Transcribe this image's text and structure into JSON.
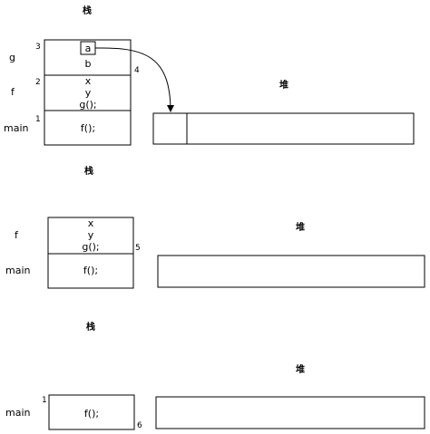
{
  "panels": [
    {
      "stack_title": "栈",
      "heap_title": "堆",
      "frames": [
        {
          "label": "g",
          "number": "3",
          "lines": [
            "a",
            "b"
          ],
          "corner": "4"
        },
        {
          "label": "f",
          "number": "2",
          "lines": [
            "x",
            "y",
            "g();"
          ]
        },
        {
          "label": "main",
          "number": "1",
          "lines": [
            "f();"
          ]
        }
      ]
    },
    {
      "stack_title": "栈",
      "heap_title": "堆",
      "frames": [
        {
          "label": "f",
          "lines": [
            "x",
            "y",
            "g();"
          ],
          "corner": "5"
        },
        {
          "label": "main",
          "lines": [
            "f();"
          ]
        }
      ]
    },
    {
      "stack_title": "栈",
      "heap_title": "堆",
      "frames": [
        {
          "label": "main",
          "number": "1",
          "lines": [
            "f();"
          ],
          "corner": "6"
        }
      ]
    }
  ]
}
